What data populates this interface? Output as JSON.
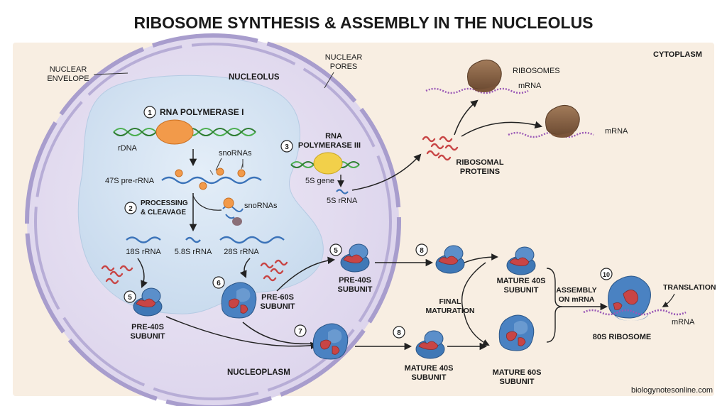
{
  "title": "RIBOSOME SYNTHESIS & ASSEMBLY IN THE NUCLEOLUS",
  "regions": {
    "cytoplasm": "CYTOPLASM",
    "nucleolus": "NUCLEOLUS",
    "nucleoplasm": "NUCLEOPLASM",
    "nuclear_envelope": [
      "NUCLEAR",
      "ENVELOPE"
    ],
    "nuclear_pores": [
      "NUCLEAR",
      "PORES"
    ]
  },
  "steps": [
    {
      "num": "1",
      "label": "RNA POLYMERASE I"
    },
    {
      "num": "2",
      "label": [
        "PROCESSING",
        "& CLEAVAGE"
      ]
    },
    {
      "num": "3",
      "label": [
        "RNA",
        "POLYMERASE III"
      ]
    },
    {
      "num": "5",
      "label": [
        "PRE-40S",
        "SUBUNIT"
      ]
    },
    {
      "num": "6",
      "label": [
        "PRE-60S",
        "SUBUNIT"
      ]
    },
    {
      "num": "5",
      "label": [
        "PRE-40S",
        "SUBUNIT"
      ]
    },
    {
      "num": "7"
    },
    {
      "num": "8"
    },
    {
      "num": "8"
    },
    {
      "num": "10"
    }
  ],
  "labels": {
    "rdna": "rDNA",
    "snornas_top": "snoRNAs",
    "pre_rrna": "47S pre-rRNA",
    "snornas_mid": "snoRNAs",
    "r18s": "18S rRNA",
    "r58s": "5.8S rRNA",
    "r28s": "28S rRNA",
    "gene5s": "5S gene",
    "r5s": "5S rRNA",
    "ribosomal_proteins": [
      "RIBOSOMAL",
      "PROTEINS"
    ],
    "ribosomes": "RIBOSOMES",
    "mrna1": "mRNA",
    "mrna2": "mRNA",
    "final_maturation": [
      "FINAL",
      "MATURATION"
    ],
    "mature40s_top": [
      "MATURE 40S",
      "SUBUNIT"
    ],
    "mature40s_bottom": [
      "MATURE 40S",
      "SUBUNIT"
    ],
    "mature60s": [
      "MATURE 60S",
      "SUBUNIT"
    ],
    "assembly": [
      "ASSEMBLY",
      "ON mRNA"
    ],
    "translation": "TRANSLATION",
    "mrna3": "mRNA",
    "ribosome80s": "80S RIBOSOME"
  },
  "footer": "biologynotesonline.com",
  "colors": {
    "panel": "#f8eee2",
    "nucleus": "#e7e1f1",
    "envelope": "#a89dcd",
    "nucleolus": "#d3e3f3",
    "subunit_small": "#3f78b6",
    "subunit_large": "#5b8fca",
    "protein_red": "#c84545",
    "ribosome_brown": "#8c6446",
    "dna_green": "#4caf50",
    "rna_blue": "#3b73b9",
    "mrna_purple": "#9a58b6",
    "pol1": "#f29a4a",
    "pol3": "#f2d04a"
  }
}
